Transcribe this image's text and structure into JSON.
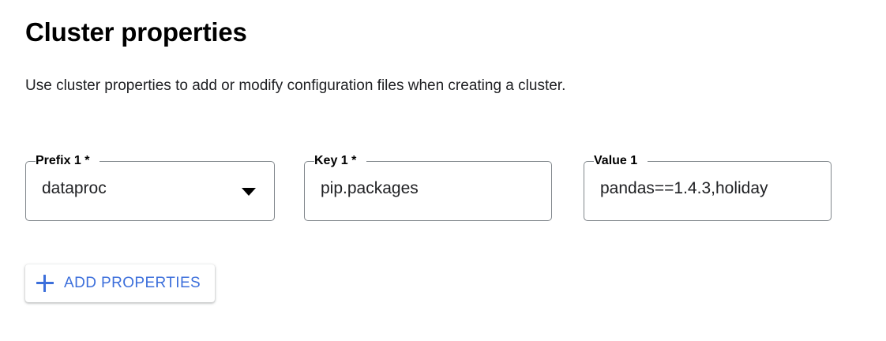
{
  "header": {
    "title": "Cluster properties",
    "subtitle": "Use cluster properties to add or modify configuration files when creating a cluster."
  },
  "form": {
    "fields": [
      {
        "name": "prefix",
        "label": "Prefix 1 *",
        "value": "dataproc",
        "type": "select",
        "required": true,
        "trailing_icon": "chevron-down-icon"
      },
      {
        "name": "key",
        "label": "Key 1 *",
        "value": "pip.packages",
        "type": "text",
        "required": true,
        "trailing_icon": ""
      },
      {
        "name": "value",
        "label": "Value 1",
        "value": "pandas==1.4.3,holiday",
        "type": "text",
        "required": false,
        "trailing_icon": ""
      }
    ]
  },
  "actions": {
    "add_properties_label": "ADD PROPERTIES",
    "add_properties_icon": "plus-icon"
  },
  "colors": {
    "accent": "#3c6fdb",
    "field_border": "#80868b",
    "text": "#202124",
    "background": "#ffffff"
  }
}
